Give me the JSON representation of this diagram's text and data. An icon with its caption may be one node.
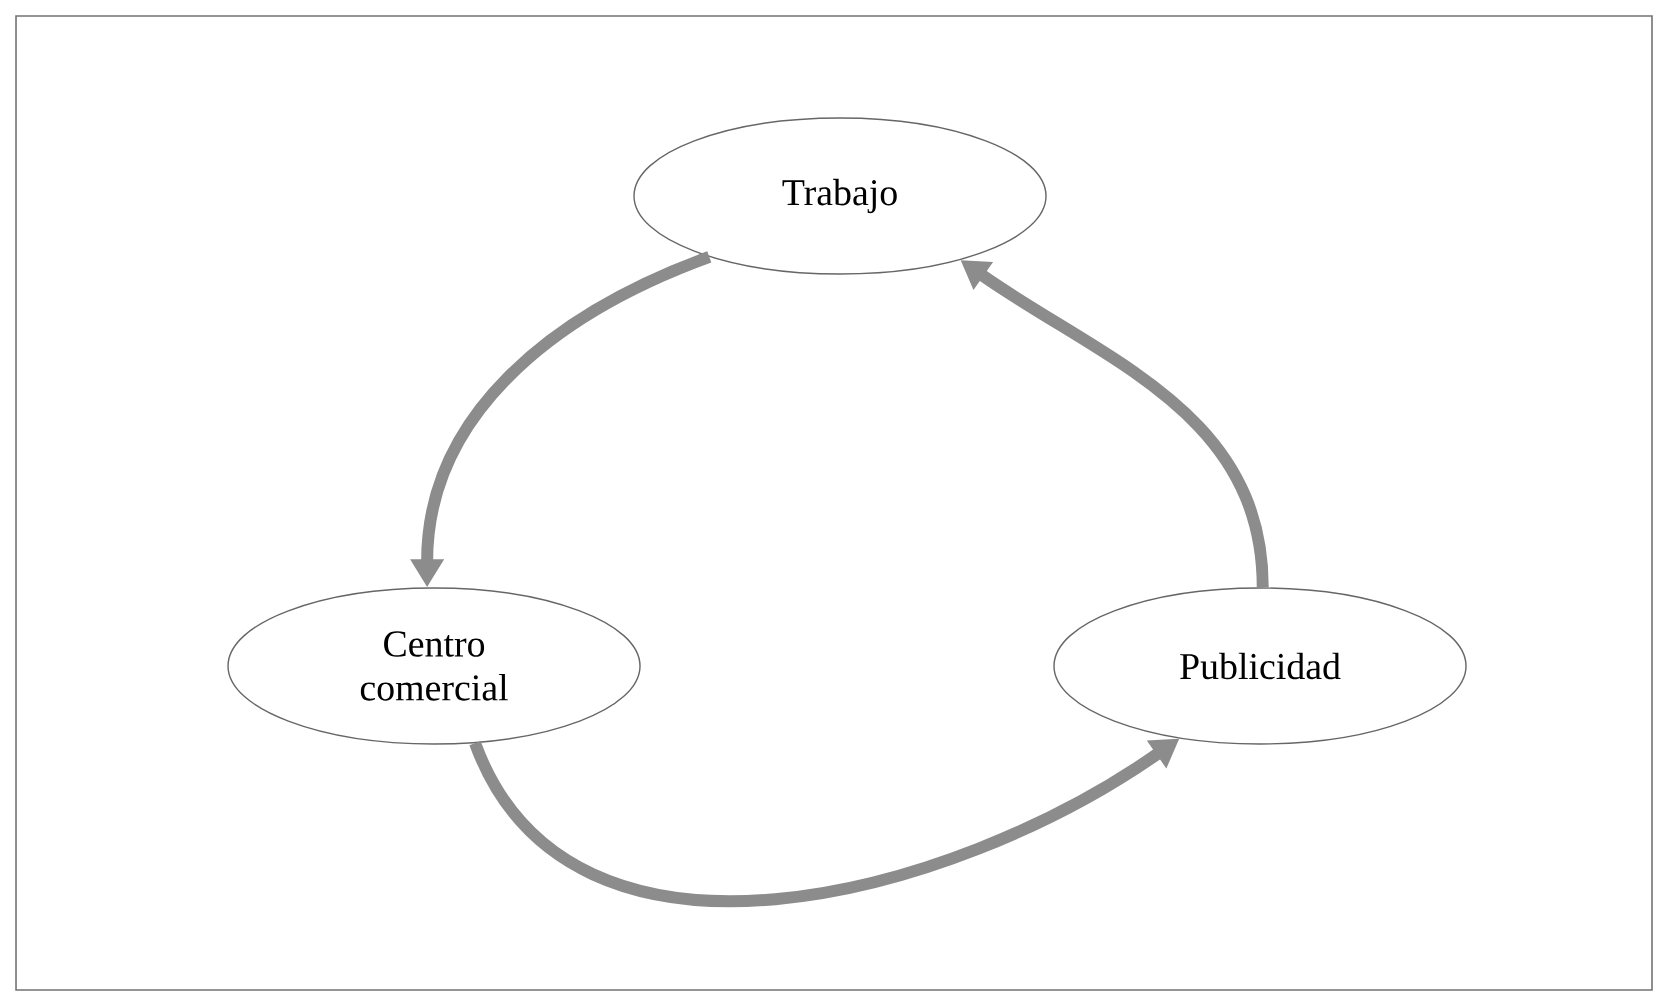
{
  "diagram": {
    "nodes": [
      {
        "text": [
          "Trabajo"
        ]
      },
      {
        "text": [
          "Centro comercial"
        ]
      },
      {
        "text": [
          "Publicidad"
        ]
      }
    ],
    "edges": [
      {
        "from": 0,
        "to": 1,
        "arrow": "to"
      },
      {
        "from": 1,
        "to": 2,
        "arrow": "to"
      },
      {
        "from": 2,
        "to": 0,
        "arrow": "to"
      }
    ]
  }
}
